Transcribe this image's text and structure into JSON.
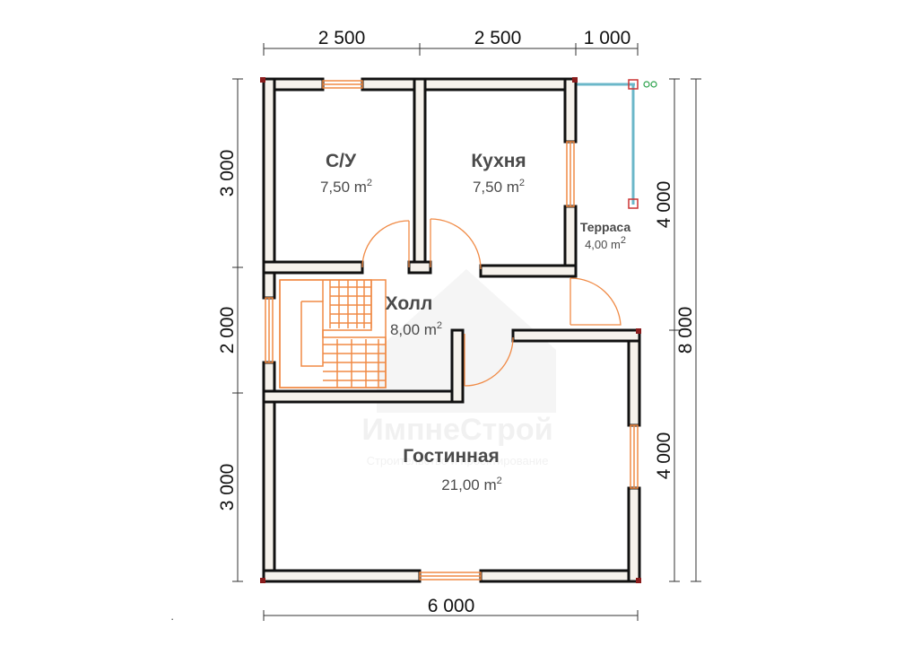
{
  "dimensions": {
    "top": [
      "2 500",
      "2 500",
      "1 000"
    ],
    "bottom": "6 000",
    "left": [
      "3 000",
      "2 000",
      "3 000"
    ],
    "right_inner": [
      "4 000",
      "4 000"
    ],
    "right_outer": "8 000"
  },
  "rooms": [
    {
      "name": "С/У",
      "area": "7,50 m",
      "unit_power": "2"
    },
    {
      "name": "Кухня",
      "area": "7,50 m",
      "unit_power": "2"
    },
    {
      "name": "Терраса",
      "area": "4,00 m",
      "unit_power": "2"
    },
    {
      "name": "Холл",
      "area": "8,00 m",
      "unit_power": "2"
    },
    {
      "name": "Гостинная",
      "area": "21,00 m",
      "unit_power": "2"
    }
  ],
  "watermark": {
    "title": "ИмпнеСтрой",
    "subtitle": "Строительство и проектирование"
  },
  "colors": {
    "wall": "#f6f2ec",
    "wall_outline": "#111111",
    "opening": "#f08a45",
    "terrace": "#6bb7c9",
    "corner": "#8a1c1c"
  }
}
